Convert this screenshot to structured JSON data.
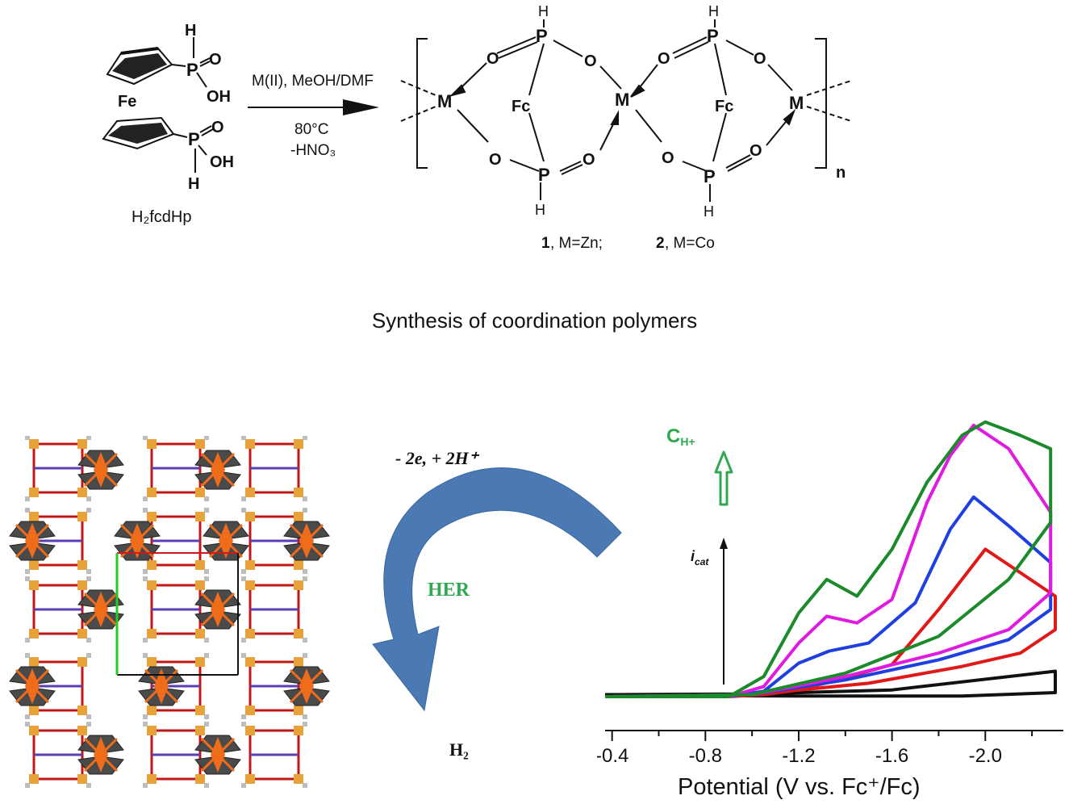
{
  "scheme": {
    "ligand": {
      "upper_h": "H",
      "upper_o": "O",
      "upper_oh": "OH",
      "p": "P",
      "iron": "Fe",
      "lower_o": "O",
      "lower_oh": "OH",
      "lower_h": "H",
      "name": "H₂fcdHp"
    },
    "arrow": {
      "above": "M(II), MeOH/DMF",
      "temperature": "80°C",
      "byproduct": "-HNO₃"
    },
    "polymer": {
      "metal": "M",
      "phosphorus": "P",
      "oxygen": "O",
      "hydrogen": "H",
      "ferrocene": "Fc",
      "repeat": "n"
    },
    "compounds": {
      "c1_num": "1",
      "c1_text": ", M=Zn;",
      "c2_num": "2",
      "c2_text": ", M=Co"
    }
  },
  "caption": "Synthesis of coordination polymers",
  "process": {
    "electrons": "- 2e,  + 2H⁺",
    "label": "HER",
    "product": "H₂"
  },
  "colors": {
    "arrow_blue": "#4a79b3",
    "her_green": "#2fa84f",
    "oxygen_red": "#c01818",
    "phosphorus_orange": "#e8a23a",
    "iron_orange": "#ef6c1a",
    "metal_purple": "#5a3fb0",
    "carbon_grey": "#4a4a4a"
  },
  "chart_data": {
    "type": "line",
    "xlabel": "Potential (V vs. Fc⁺/Fc)",
    "ylabel": "i_cat",
    "x_ticks": [
      "-0.4",
      "-0.8",
      "-1.2",
      "-1.6",
      "-2.0"
    ],
    "xlim": [
      -0.37,
      -2.3
    ],
    "annotation": "C_H+",
    "series": [
      {
        "color": "#111111",
        "points": [
          [
            -0.37,
            0.3
          ],
          [
            -1.0,
            0.4
          ],
          [
            -1.6,
            1.0
          ],
          [
            -2.3,
            3.8
          ],
          [
            -2.3,
            0.6
          ],
          [
            -1.9,
            0.1
          ],
          [
            -1.2,
            0.1
          ],
          [
            -0.37,
            0.2
          ]
        ]
      },
      {
        "color": "#e01818",
        "points": [
          [
            -0.37,
            0.0
          ],
          [
            -0.9,
            0.0
          ],
          [
            -1.05,
            0.3
          ],
          [
            -1.2,
            1.0
          ],
          [
            -1.4,
            2.8
          ],
          [
            -1.6,
            4.8
          ],
          [
            -1.8,
            13.0
          ],
          [
            -2.0,
            22.0
          ],
          [
            -2.15,
            18.5
          ],
          [
            -2.3,
            15.0
          ],
          [
            -2.3,
            10.0
          ],
          [
            -2.15,
            6.5
          ],
          [
            -1.9,
            4.5
          ],
          [
            -1.5,
            2.0
          ],
          [
            -1.0,
            0.3
          ],
          [
            -0.37,
            0.0
          ]
        ]
      },
      {
        "color": "#1f3fe0",
        "points": [
          [
            -0.37,
            0.0
          ],
          [
            -0.9,
            0.0
          ],
          [
            -1.05,
            0.8
          ],
          [
            -1.2,
            5.0
          ],
          [
            -1.33,
            6.8
          ],
          [
            -1.5,
            8.0
          ],
          [
            -1.7,
            14.0
          ],
          [
            -1.85,
            25.0
          ],
          [
            -1.95,
            29.8
          ],
          [
            -2.1,
            25.5
          ],
          [
            -2.28,
            20.0
          ],
          [
            -2.28,
            13.0
          ],
          [
            -2.1,
            8.5
          ],
          [
            -1.8,
            5.5
          ],
          [
            -1.4,
            2.5
          ],
          [
            -1.0,
            0.3
          ],
          [
            -0.37,
            0.0
          ]
        ]
      },
      {
        "color": "#e01be0",
        "points": [
          [
            -0.37,
            0.0
          ],
          [
            -0.9,
            0.0
          ],
          [
            -1.05,
            1.5
          ],
          [
            -1.2,
            8.0
          ],
          [
            -1.32,
            12.0
          ],
          [
            -1.45,
            11.0
          ],
          [
            -1.6,
            14.5
          ],
          [
            -1.75,
            29.0
          ],
          [
            -1.85,
            36.0
          ],
          [
            -1.95,
            40.5
          ],
          [
            -2.1,
            37.0
          ],
          [
            -2.28,
            27.5
          ],
          [
            -2.28,
            15.5
          ],
          [
            -2.1,
            10.0
          ],
          [
            -1.8,
            6.5
          ],
          [
            -1.4,
            3.0
          ],
          [
            -1.0,
            0.3
          ],
          [
            -0.37,
            0.0
          ]
        ]
      },
      {
        "color": "#1a8a2a",
        "points": [
          [
            -0.37,
            0.0
          ],
          [
            -0.9,
            0.0
          ],
          [
            -1.05,
            3.0
          ],
          [
            -1.2,
            12.5
          ],
          [
            -1.32,
            17.5
          ],
          [
            -1.45,
            15.0
          ],
          [
            -1.6,
            22.0
          ],
          [
            -1.75,
            32.0
          ],
          [
            -1.9,
            39.0
          ],
          [
            -2.0,
            41.0
          ],
          [
            -2.15,
            39.0
          ],
          [
            -2.28,
            37.0
          ],
          [
            -2.28,
            26.0
          ],
          [
            -2.1,
            17.5
          ],
          [
            -1.8,
            9.0
          ],
          [
            -1.4,
            3.5
          ],
          [
            -1.0,
            0.3
          ],
          [
            -0.37,
            0.0
          ]
        ]
      }
    ]
  }
}
